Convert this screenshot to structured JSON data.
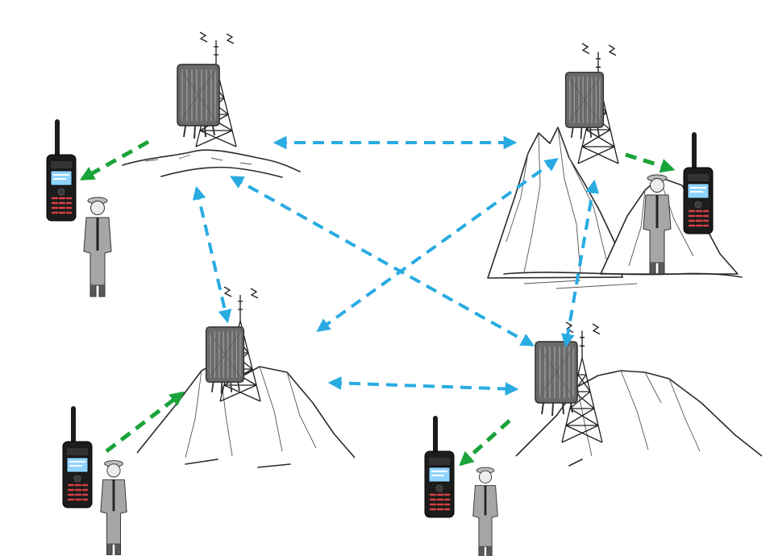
{
  "colors": {
    "repeater_link": "#29abe2",
    "radio_link": "#1aa33a",
    "outline": "#2a2a2a",
    "radio_body": "#1c1c1c",
    "radio_screen": "#8fd3ff",
    "background": "#ffffff"
  },
  "nodes": {
    "repeater_sites": [
      "top-left",
      "top-right",
      "bottom-left",
      "bottom-right"
    ],
    "radio_users": [
      "left-upper",
      "right-upper",
      "left-lower",
      "center-lower"
    ]
  },
  "icons": {
    "repeater": "repeater-box-icon",
    "tower": "antenna-tower-icon",
    "radio": "handheld-radio-icon",
    "person": "person-icon",
    "mountain": "mountain-icon"
  }
}
